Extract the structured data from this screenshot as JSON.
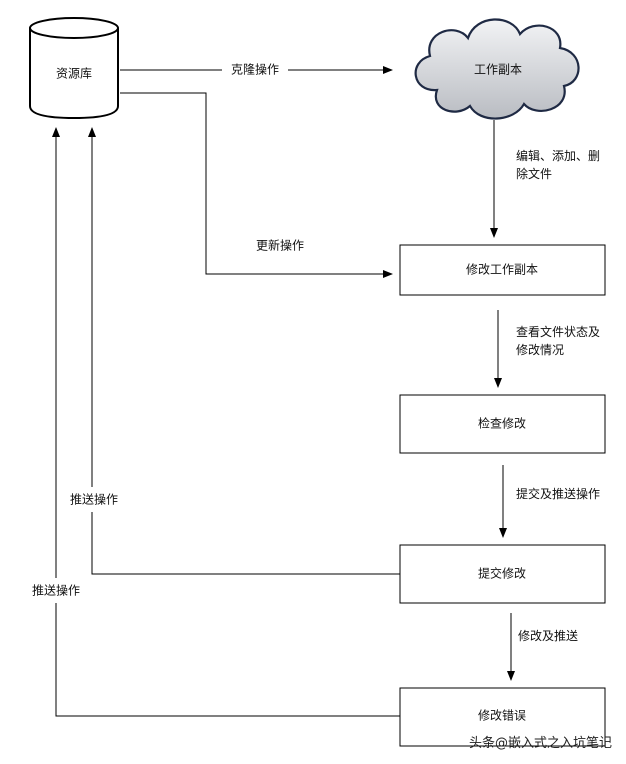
{
  "nodes": {
    "repository": "资源库",
    "working_copy": "工作副本",
    "modify_working_copy": "修改工作副本",
    "check_changes": "检查修改",
    "commit_changes": "提交修改",
    "fix_errors": "修改错误"
  },
  "edges": {
    "clone": "克隆操作",
    "update": "更新操作",
    "edit_line1": "编辑、添加、删",
    "edit_line2": "除文件",
    "view_line1": "查看文件状态及",
    "view_line2": "修改情况",
    "commit_push": "提交及推送操作",
    "modify_push": "修改及推送",
    "push_inner": "推送操作",
    "push_outer": "推送操作"
  },
  "watermark": "头条@嵌入式之入坑笔记"
}
